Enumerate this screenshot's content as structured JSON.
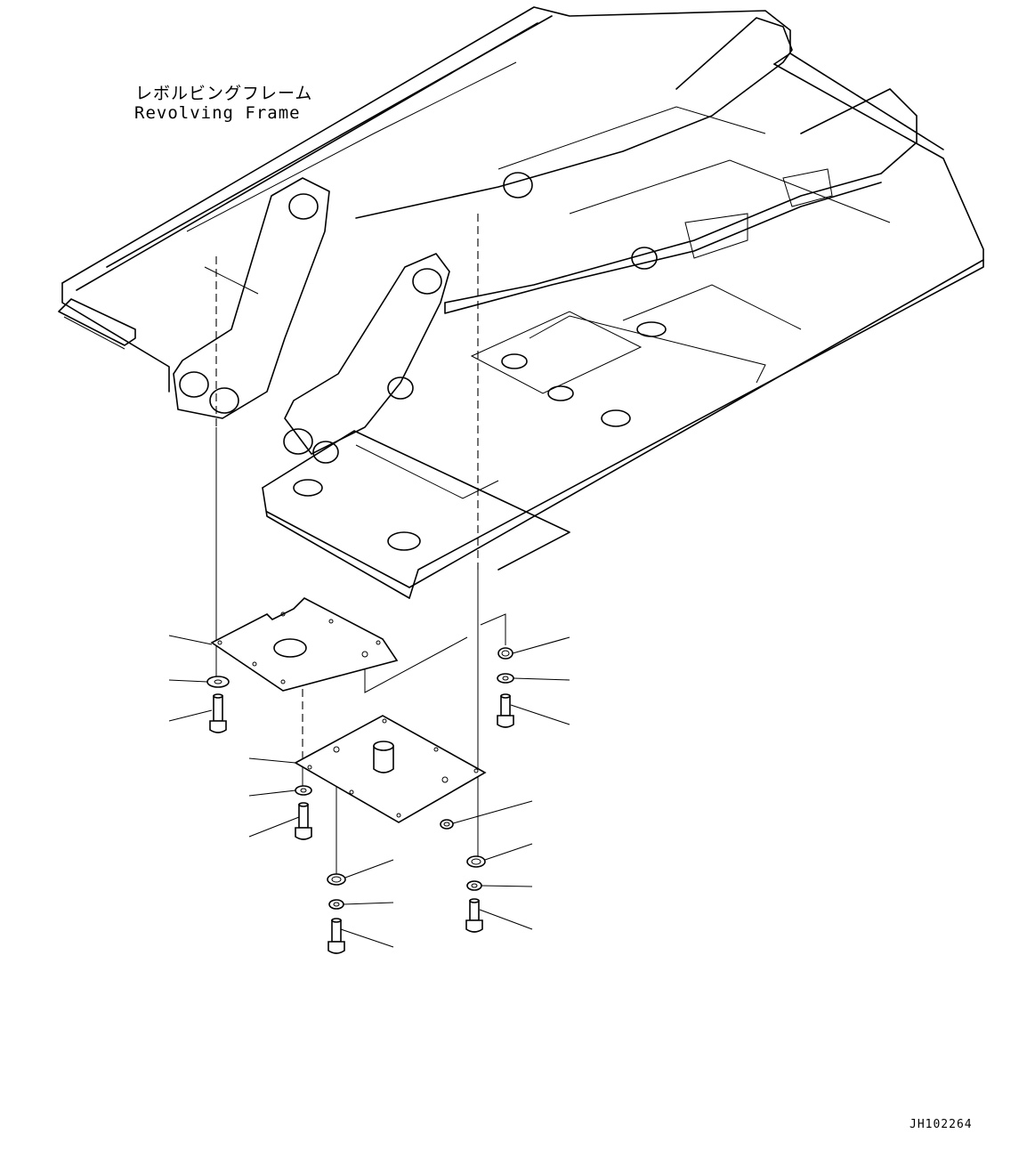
{
  "title_jp": "レボルビングフレーム",
  "title_en": "Revolving Frame",
  "drawing_code": "JH102264",
  "colors": {
    "line": "#000000",
    "background": "#ffffff"
  }
}
